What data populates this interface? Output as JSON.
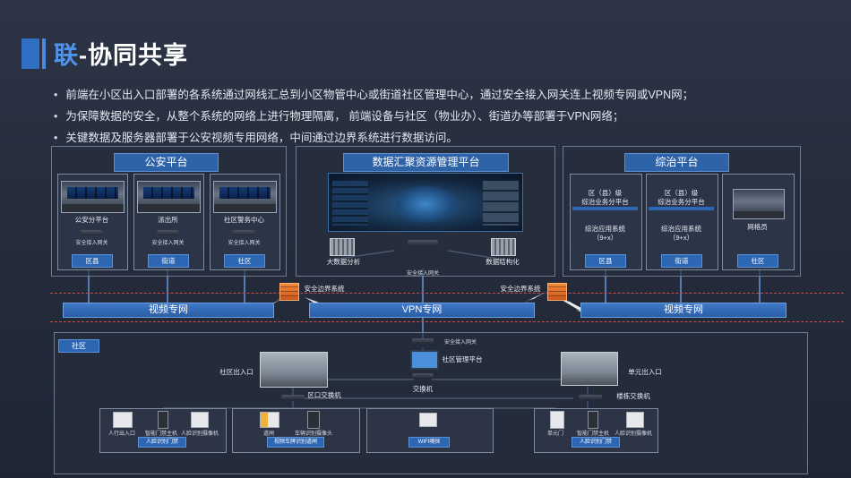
{
  "title": {
    "highlight": "联",
    "rest": "-协同共享"
  },
  "bullets": [
    "前端在小区出入口部署的各系统通过网线汇总到小区物管中心或街道社区管理中心，通过安全接入网关连上视频专网或VPN网；",
    "为保障数据的安全，从整个系统的网络上进行物理隔离， 前端设备与社区（物业办）、街道办等部署于VPN网络；",
    "关键数据及服务器部署于公安视频专用网络，中间通过边界系统进行数据访问。"
  ],
  "police": {
    "title": "公安平台",
    "units": [
      {
        "name": "公安分平台",
        "gateway": "安全接入网关",
        "level": "区县"
      },
      {
        "name": "派出所",
        "gateway": "安全接入网关",
        "level": "街道"
      },
      {
        "name": "社区警务中心",
        "gateway": "安全接入网关",
        "level": "社区"
      }
    ]
  },
  "data_platform": {
    "title": "数据汇聚资源管理平台",
    "left_label": "大数据分析",
    "right_label": "数据结构化",
    "gateway": "安全接入网关"
  },
  "governance": {
    "title": "综治平台",
    "units": [
      {
        "name_line1": "区（县）级",
        "name_line2": "综治业务分平台",
        "app_line1": "综治应用系统",
        "app_line2": "（9+x）",
        "level": "区县"
      },
      {
        "name_line1": "区（县）级",
        "name_line2": "综治业务分平台",
        "app_line1": "综治应用系统",
        "app_line2": "（9+x）",
        "level": "街道"
      },
      {
        "name": "网格员",
        "level": "社区"
      }
    ]
  },
  "networks": {
    "video_left": "视频专网",
    "vpn": "VPN专网",
    "video_right": "视频专网",
    "boundary_left": "安全边界系统",
    "boundary_right": "安全边界系统"
  },
  "community": {
    "tag": "社区",
    "gateway": "安全接入网关",
    "mgmt": "社区管理平台",
    "switch": "交换机",
    "entrance_left": "社区出入口",
    "entrance_right": "单元出入口",
    "zone_switch": "区口交换机",
    "building_switch": "楼栋交换机",
    "group_left": {
      "devices": [
        "人行出入口",
        "智能门禁主机",
        "人脸识别摄像机"
      ],
      "label": "人脸识别门禁"
    },
    "group_mid": {
      "devices": [
        "道闸",
        "车辆识别摄像头"
      ],
      "label": "视频车牌识别道闸"
    },
    "group_wifi": {
      "label": "WIFI嗅探"
    },
    "group_right": {
      "devices": [
        "单元门",
        "智能门禁主机",
        "人脸识别摄像机"
      ],
      "label": "人脸识别门禁"
    }
  },
  "colors": {
    "accent": "#2f63a8",
    "line": "#6a9fe0",
    "boundary": "#d24a4a",
    "firewall": "#f08a3a"
  }
}
